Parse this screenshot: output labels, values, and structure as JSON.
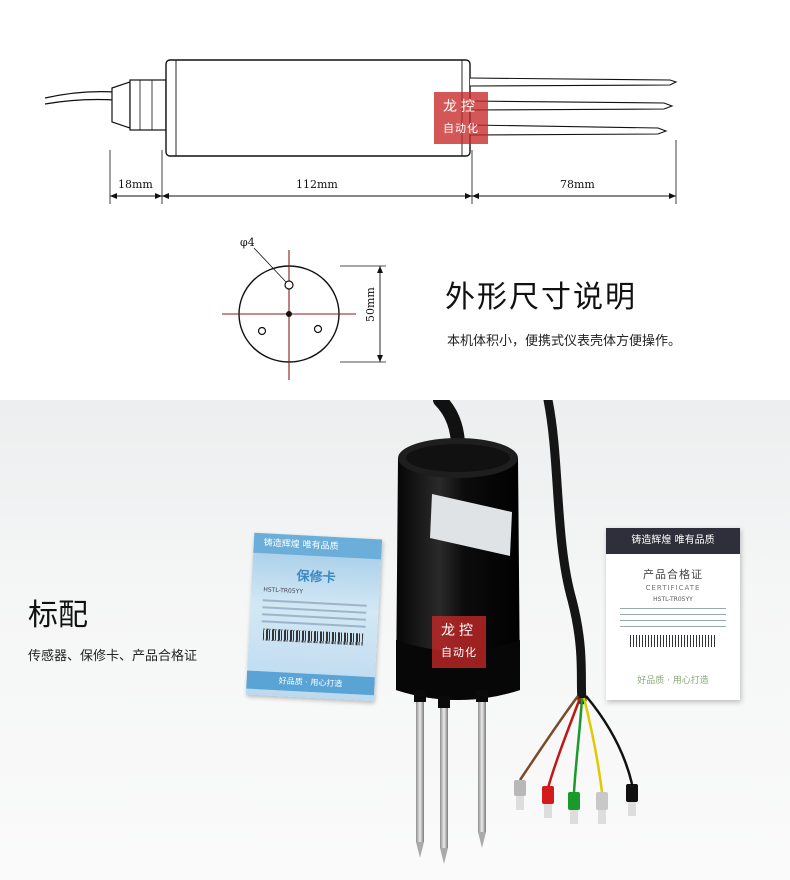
{
  "outline_section": {
    "title": "外形尺寸说明",
    "description": "本机体积小，便携式仪表壳体方便操作。",
    "dimensions": {
      "cable_gland": "18mm",
      "body_length": "112mm",
      "probe_length": "78mm",
      "diameter": "50mm",
      "pin_diameter": "φ4"
    }
  },
  "standard_section": {
    "title": "标配",
    "description": "传感器、保修卡、产品合格证"
  },
  "warranty_card": {
    "slogan": "铸造辉煌   唯有品质",
    "title": "保修卡",
    "model": "HSTL-TR05YY",
    "footer": "好品质 · 用心打造"
  },
  "certificate_card": {
    "slogan": "铸造辉煌   唯有品质",
    "title": "产品合格证",
    "subtitle": "CERTIFICATE",
    "model": "HSTL-TR05YY",
    "footer": "好品质 · 用心打造"
  },
  "watermark": {
    "line1": "龙控",
    "line2": "自动化"
  },
  "colors": {
    "watermark": "#c82828",
    "sensor_body": "#141414",
    "card_blue": "#6aaed9",
    "card_dark": "#2e2f3a"
  }
}
